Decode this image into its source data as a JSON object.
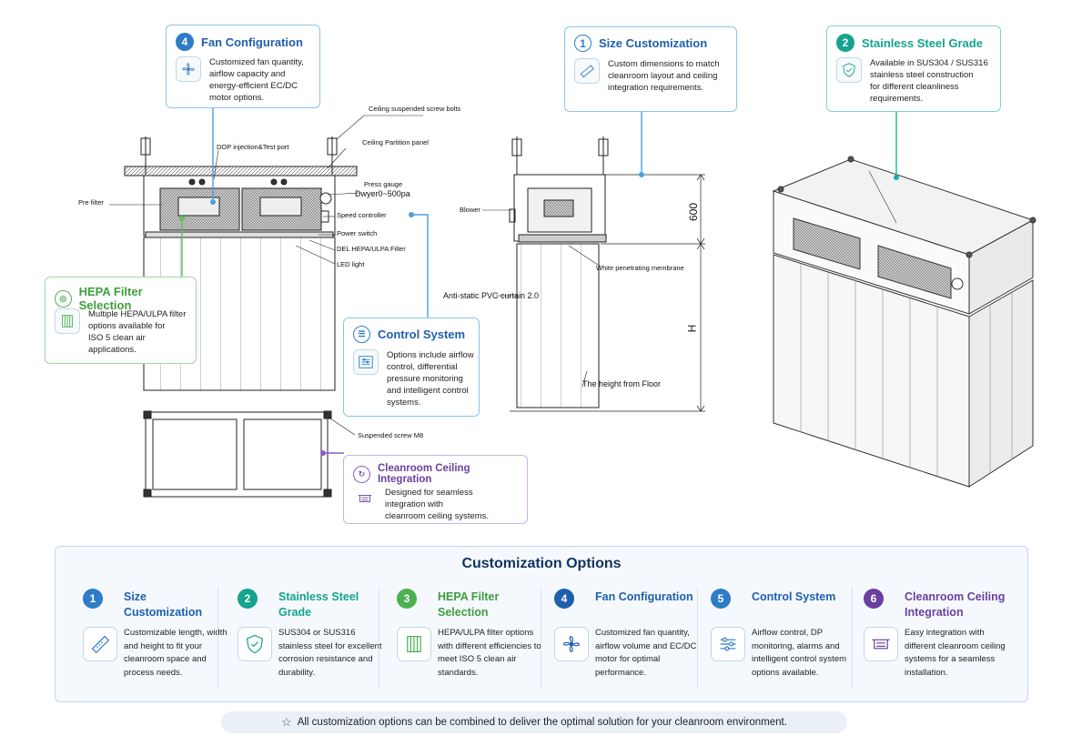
{
  "colors": {
    "blue": "#2e7cc5",
    "teal": "#16a38f",
    "green": "#4caf50",
    "navy": "#1f5fae",
    "purple": "#6b3fa0",
    "title": "#12335e"
  },
  "callouts": {
    "fan": {
      "number": "4",
      "title": "Fan Configuration",
      "text": [
        "Customized fan quantity,",
        "airflow capacity and",
        "energy-efficient EC/DC",
        "motor options."
      ],
      "icon": "fan-icon"
    },
    "size": {
      "number": "1",
      "title": "Size Customization",
      "text": [
        "Custom dimensions to match",
        "cleanroom layout and ceiling",
        "integration requirements."
      ],
      "icon": "ruler-icon"
    },
    "steel": {
      "number": "2",
      "title": "Stainless Steel Grade",
      "text": [
        "Available in SUS304 / SUS316",
        "stainless steel construction",
        "for different cleanliness",
        "requirements."
      ],
      "icon": "shield-icon"
    },
    "hepa": {
      "title": "HEPA Filter Selection",
      "text": [
        "Multiple HEPA/ULPA filter",
        "options available for",
        "ISO 5 clean air applications."
      ],
      "icon": "filter-icon"
    },
    "control": {
      "title": "Control System",
      "text": [
        "Options include airflow",
        "control, differential",
        "pressure monitoring",
        "and intelligent control",
        "systems."
      ],
      "icon": "control-panel-icon"
    },
    "ceiling": {
      "title": "Cleanroom Ceiling Integration",
      "text": [
        "Designed for seamless",
        "integration with",
        "cleanroom ceiling systems."
      ],
      "icon": "ceiling-icon"
    }
  },
  "diagram_labels": {
    "ceiling_bolts": "Ceiling suspended screw bolts",
    "dop": "DOP injection&Test port",
    "partition": "Ceiling Partition panel",
    "press_gauge": "Press gauge",
    "dwyer": "Dwyer0~500pa",
    "prefilter": "Pre filter",
    "speed": "Speed controller",
    "power": "Power switch",
    "hepa_filter": "DEL HEPA/ULPA Filter",
    "led": "LED light",
    "blower": "Blower",
    "membrane": "White penetrating membrane",
    "curtain": "Anti-static PVC curtain 2.0",
    "dim_600": "600",
    "dim_h": "H",
    "floor": "The height from Floor",
    "screw_m8": "Suspended screw M8"
  },
  "options": {
    "title": "Customization Options",
    "items": [
      {
        "number": "1",
        "title": "Size Customization",
        "text": "Customizable length, width and height to fit your cleanroom space and process needs.",
        "icon": "ruler-icon",
        "color": "#2e7cc5"
      },
      {
        "number": "2",
        "title": "Stainless Steel Grade",
        "text": "SUS304 or SUS316 stainless steel for excellent corrosion resistance and durability.",
        "icon": "shield-icon",
        "color": "#16a38f"
      },
      {
        "number": "3",
        "title": "HEPA Filter Selection",
        "text": "HEPA/ULPA filter options with different efficiencies to meet ISO 5 clean air standards.",
        "icon": "filter-icon",
        "color": "#4caf50"
      },
      {
        "number": "4",
        "title": "Fan Configuration",
        "text": "Customized fan quantity, airflow volume and EC/DC motor for optimal performance.",
        "icon": "fan-icon",
        "color": "#1f5fae"
      },
      {
        "number": "5",
        "title": "Control System",
        "text": "Airflow control, DP monitoring, alarms and intelligent control system options available.",
        "icon": "control-panel-icon",
        "color": "#2e7cc5"
      },
      {
        "number": "6",
        "title": "Cleanroom Ceiling Integration",
        "text": "Easy integration with different cleanroom ceiling systems for a seamless installation.",
        "icon": "ceiling-icon",
        "color": "#6b3fa0"
      }
    ],
    "footer_icon": "star-icon",
    "footer": "All customization options can be combined to deliver the optimal solution for your cleanroom environment."
  }
}
